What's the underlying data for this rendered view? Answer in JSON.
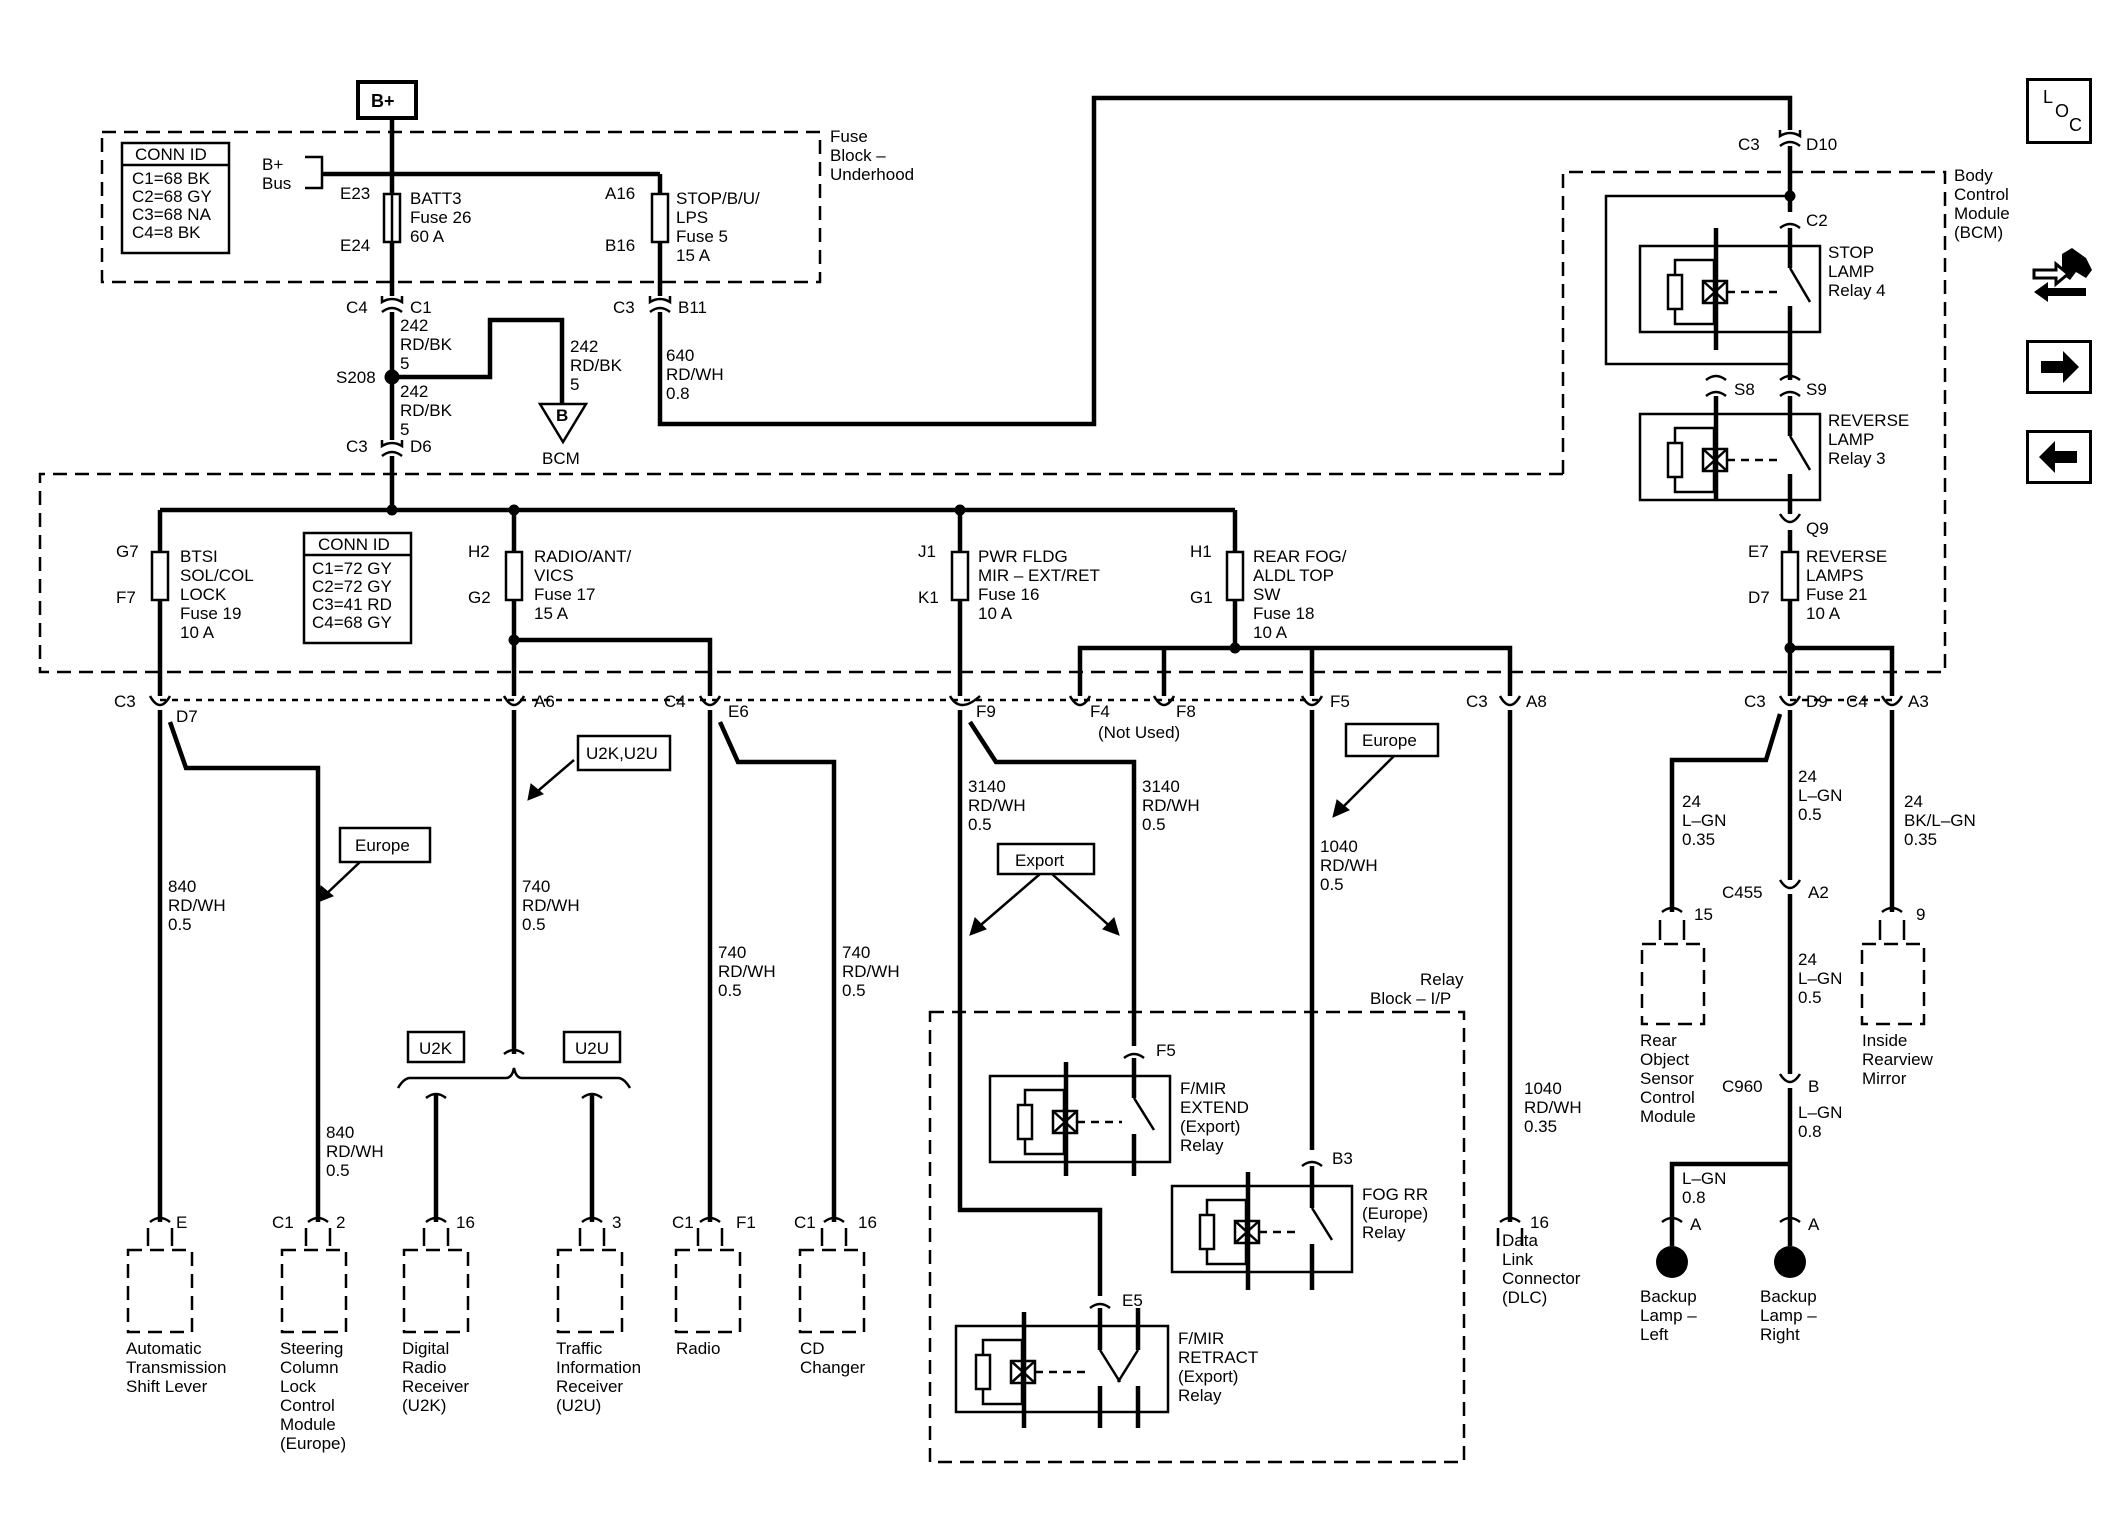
{
  "power": {
    "bplus": "B+",
    "bplus_bus_1": "B+",
    "bplus_bus_2": "Bus",
    "bcm_flag": "B",
    "bcm_flag_label": "BCM"
  },
  "fuse_block_uh": {
    "title": [
      "Fuse",
      "Block –",
      "Underhood"
    ],
    "conn_id_title": "CONN ID",
    "conn_id": [
      "C1=68 BK",
      "C2=68 GY",
      "C3=68 NA",
      "C4=8 BK"
    ],
    "batt3": {
      "pin_top": "E23",
      "pin_bot": "E24",
      "lines": [
        "BATT3",
        "Fuse 26",
        "60 A"
      ]
    },
    "stop": {
      "pin_top": "A16",
      "pin_bot": "B16",
      "lines": [
        "STOP/B/U/",
        "LPS",
        "Fuse 5",
        "15 A"
      ]
    }
  },
  "upper_wiring": {
    "c4": "C4",
    "c1": "C1",
    "c3_b": "C3",
    "b11": "B11",
    "w242_a": [
      "242",
      "RD/BK",
      "5"
    ],
    "w242_b": [
      "242",
      "RD/BK",
      "5"
    ],
    "w242_c": [
      "242",
      "RD/BK",
      "5"
    ],
    "splice": "S208",
    "w640": [
      "640",
      "RD/WH",
      "0.8"
    ],
    "c3_d": "C3",
    "d6": "D6"
  },
  "ip_block": {
    "conn_id_title": "CONN ID",
    "conn_id": [
      "C1=72 GY",
      "C2=72 GY",
      "C3=41 RD",
      "C4=68 GY"
    ],
    "fuses": [
      {
        "pin_top": "G7",
        "pin_bot": "F7",
        "lines": [
          "BTSI",
          "SOL/COL",
          "LOCK",
          "Fuse 19",
          "10 A"
        ]
      },
      {
        "pin_top": "H2",
        "pin_bot": "G2",
        "lines": [
          "RADIO/ANT/",
          "VICS",
          "Fuse 17",
          "15 A"
        ]
      },
      {
        "pin_top": "J1",
        "pin_bot": "K1",
        "lines": [
          "PWR FLDG",
          "MIR – EXT/RET",
          "Fuse 16",
          "10 A"
        ]
      },
      {
        "pin_top": "H1",
        "pin_bot": "G1",
        "lines": [
          "REAR FOG/",
          "ALDL TOP",
          "SW",
          "Fuse 18",
          "10 A"
        ]
      }
    ],
    "out_pins": {
      "c3_a": "C3",
      "d7": "D7",
      "a6": "A6",
      "c4_a": "C4",
      "e6": "E6",
      "f9": "F9",
      "f4": "F4",
      "f8": "F8",
      "not_used": "(Not Used)",
      "f5": "F5",
      "c3_b": "C3",
      "a8": "A8"
    }
  },
  "bcm": {
    "title": [
      "Body",
      "Control",
      "Module",
      "(BCM)"
    ],
    "c3": "C3",
    "d10": "D10",
    "c2": "C2",
    "stop_relay": [
      "STOP",
      "LAMP",
      "Relay 4"
    ],
    "s8": "S8",
    "s9": "S9",
    "reverse_relay": [
      "REVERSE",
      "LAMP",
      "Relay 3"
    ],
    "q9": "Q9",
    "fuse": {
      "pin_top": "E7",
      "pin_bot": "D7",
      "lines": [
        "REVERSE",
        "LAMPS",
        "Fuse 21",
        "10 A"
      ]
    },
    "c3_out": "C3",
    "d9": "D9",
    "c4_out": "C4",
    "a3": "A3"
  },
  "wires": {
    "w840_a": [
      "840",
      "RD/WH",
      "0.5"
    ],
    "w840_b": [
      "840",
      "RD/WH",
      "0.5"
    ],
    "w740_a": [
      "740",
      "RD/WH",
      "0.5"
    ],
    "w740_b": [
      "740",
      "RD/WH",
      "0.5"
    ],
    "w740_c": [
      "740",
      "RD/WH",
      "0.5"
    ],
    "w3140_a": [
      "3140",
      "RD/WH",
      "0.5"
    ],
    "w3140_b": [
      "3140",
      "RD/WH",
      "0.5"
    ],
    "w1040_a": [
      "1040",
      "RD/WH",
      "0.5"
    ],
    "w1040_b": [
      "1040",
      "RD/WH",
      "0.35"
    ],
    "w24_a": [
      "24",
      "L–GN",
      "0.35"
    ],
    "w24_b": [
      "24",
      "L–GN",
      "0.5"
    ],
    "w24_c": [
      "24",
      "BK/L–GN",
      "0.35"
    ],
    "w24_d": [
      "24",
      "L–GN",
      "0.5"
    ],
    "wlgn_a": [
      "L–GN",
      "0.8"
    ],
    "wlgn_b": [
      "L–GN",
      "0.8"
    ]
  },
  "callouts": {
    "europe_1": "Europe",
    "europe_2": "Europe",
    "u2k_u2u": "U2K,U2U",
    "export": "Export",
    "u2k": "U2K",
    "u2u": "U2U"
  },
  "relay_block": {
    "title": [
      "Relay",
      "Block – I/P"
    ],
    "f5": "F5",
    "extend": [
      "F/MIR",
      "EXTEND",
      "(Export)",
      "Relay"
    ],
    "b3": "B3",
    "fog": [
      "FOG RR",
      "(Europe)",
      "Relay"
    ],
    "e5": "E5",
    "retract": [
      "F/MIR",
      "RETRACT",
      "(Export)",
      "Relay"
    ]
  },
  "connectors": {
    "c455": "C455",
    "a2": "A2",
    "c960": "C960",
    "b": "B",
    "p15": "15",
    "p9": "9",
    "pa_left": "A",
    "pa_right": "A"
  },
  "components": [
    {
      "pin_a": "",
      "pin_b": "E",
      "lines": [
        "Automatic",
        "Transmission",
        "Shift Lever"
      ]
    },
    {
      "pin_a": "C1",
      "pin_b": "2",
      "lines": [
        "Steering",
        "Column",
        "Lock",
        "Control",
        "Module",
        "(Europe)"
      ]
    },
    {
      "pin_a": "",
      "pin_b": "16",
      "lines": [
        "Digital",
        "Radio",
        "Receiver",
        "(U2K)"
      ]
    },
    {
      "pin_a": "",
      "pin_b": "3",
      "lines": [
        "Traffic",
        "Information",
        "Receiver",
        "(U2U)"
      ]
    },
    {
      "pin_a": "C1",
      "pin_b": "F1",
      "lines": [
        "Radio"
      ]
    },
    {
      "pin_a": "C1",
      "pin_b": "16",
      "lines": [
        "CD",
        "Changer"
      ]
    },
    {
      "pin_a": "",
      "pin_b": "16",
      "lines": [
        "Data",
        "Link",
        "Connector",
        "(DLC)"
      ]
    },
    {
      "pin_a": "",
      "pin_b": "",
      "lines": [
        "Rear",
        "Object",
        "Sensor",
        "Control",
        "Module"
      ]
    },
    {
      "pin_a": "",
      "pin_b": "",
      "lines": [
        "Inside",
        "Rearview",
        "Mirror"
      ]
    },
    {
      "pin_a": "",
      "pin_b": "",
      "lines": [
        "Backup",
        "Lamp –",
        "Left"
      ]
    },
    {
      "pin_a": "",
      "pin_b": "",
      "lines": [
        "Backup",
        "Lamp –",
        "Right"
      ]
    }
  ],
  "loc_button": {
    "l": "L",
    "o": "O",
    "c": "C"
  }
}
